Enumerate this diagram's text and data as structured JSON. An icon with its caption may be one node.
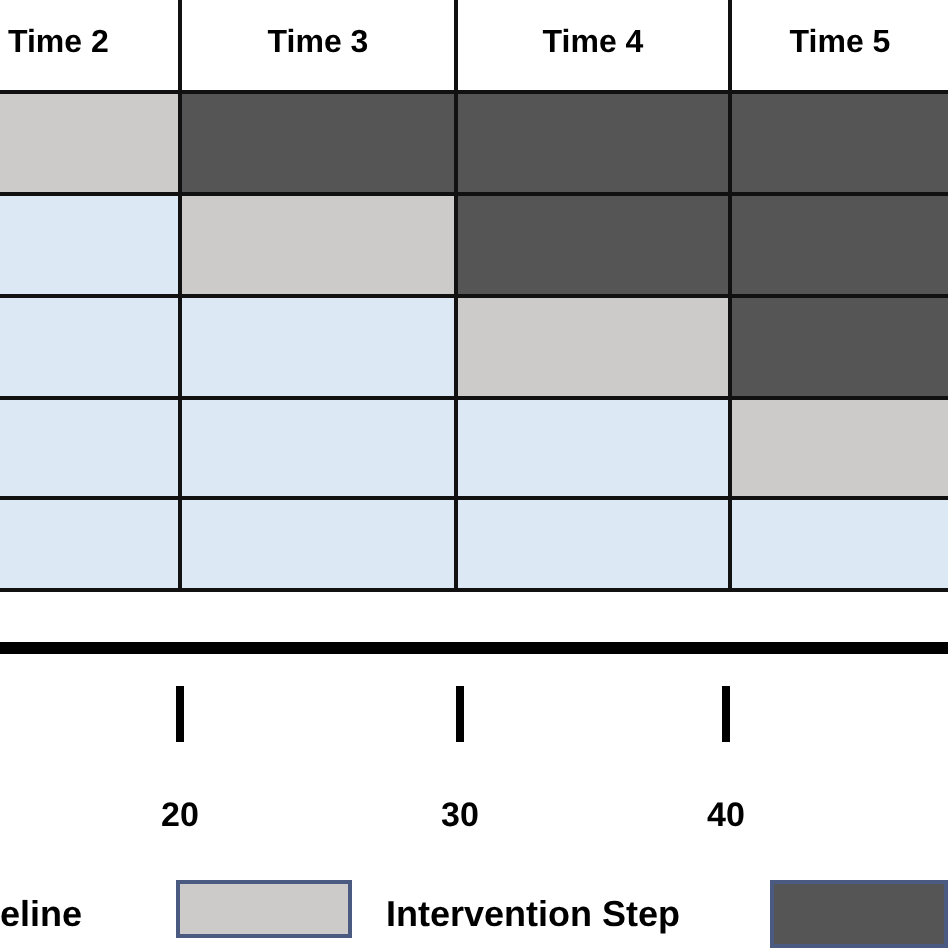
{
  "diagram": {
    "labels": [
      "Time 2",
      "Time 3",
      "Time 4",
      "Time 5",
      "20",
      "30",
      "40",
      "eline"
    ],
    "legend": [
      {
        "text": "Intervention Step",
        "color": "#cdcaca"
      }
    ]
  }
}
